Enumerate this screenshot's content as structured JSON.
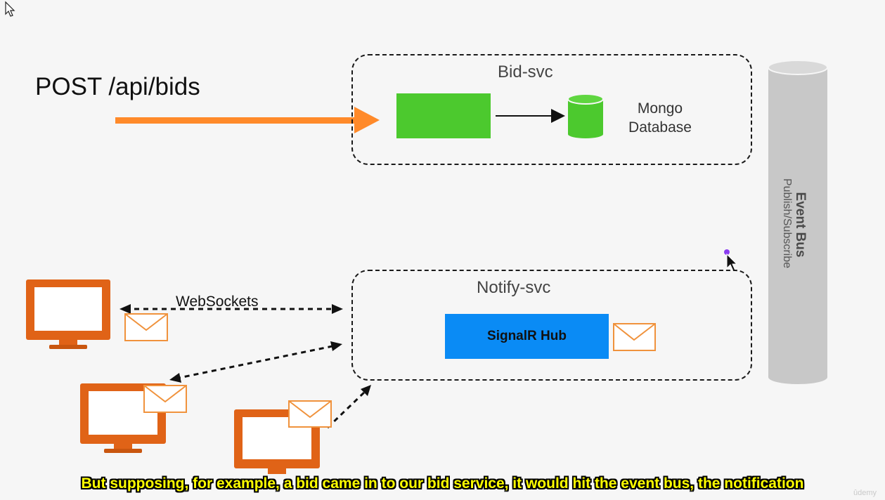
{
  "post_label": "POST /api/bids",
  "bid_svc": {
    "title": "Bid-svc",
    "database_label_line1": "Mongo",
    "database_label_line2": "Database"
  },
  "notify_svc": {
    "title": "Notify-svc",
    "hub_label": "SignalR Hub"
  },
  "event_bus": {
    "title": "Event Bus",
    "subtitle": "Publish/Subscribe"
  },
  "websockets_label": "WebSockets",
  "caption": "But supposing, for example, a bid came in to our bid service, it would hit the event bus, the notification",
  "watermark": "ûdemy",
  "colors": {
    "request_arrow": "#ff8a2a",
    "service_block": "#4cc92e",
    "hub_block": "#0a8bf5",
    "client_monitor": "#e06317",
    "envelope": "#f0923c",
    "event_bus": "#c8c8c8",
    "caption_text": "#ffff00"
  },
  "icons": [
    "pointer-icon",
    "database-icon",
    "monitor-icon",
    "envelope-icon",
    "cursor-icon",
    "purple-dot-icon"
  ]
}
